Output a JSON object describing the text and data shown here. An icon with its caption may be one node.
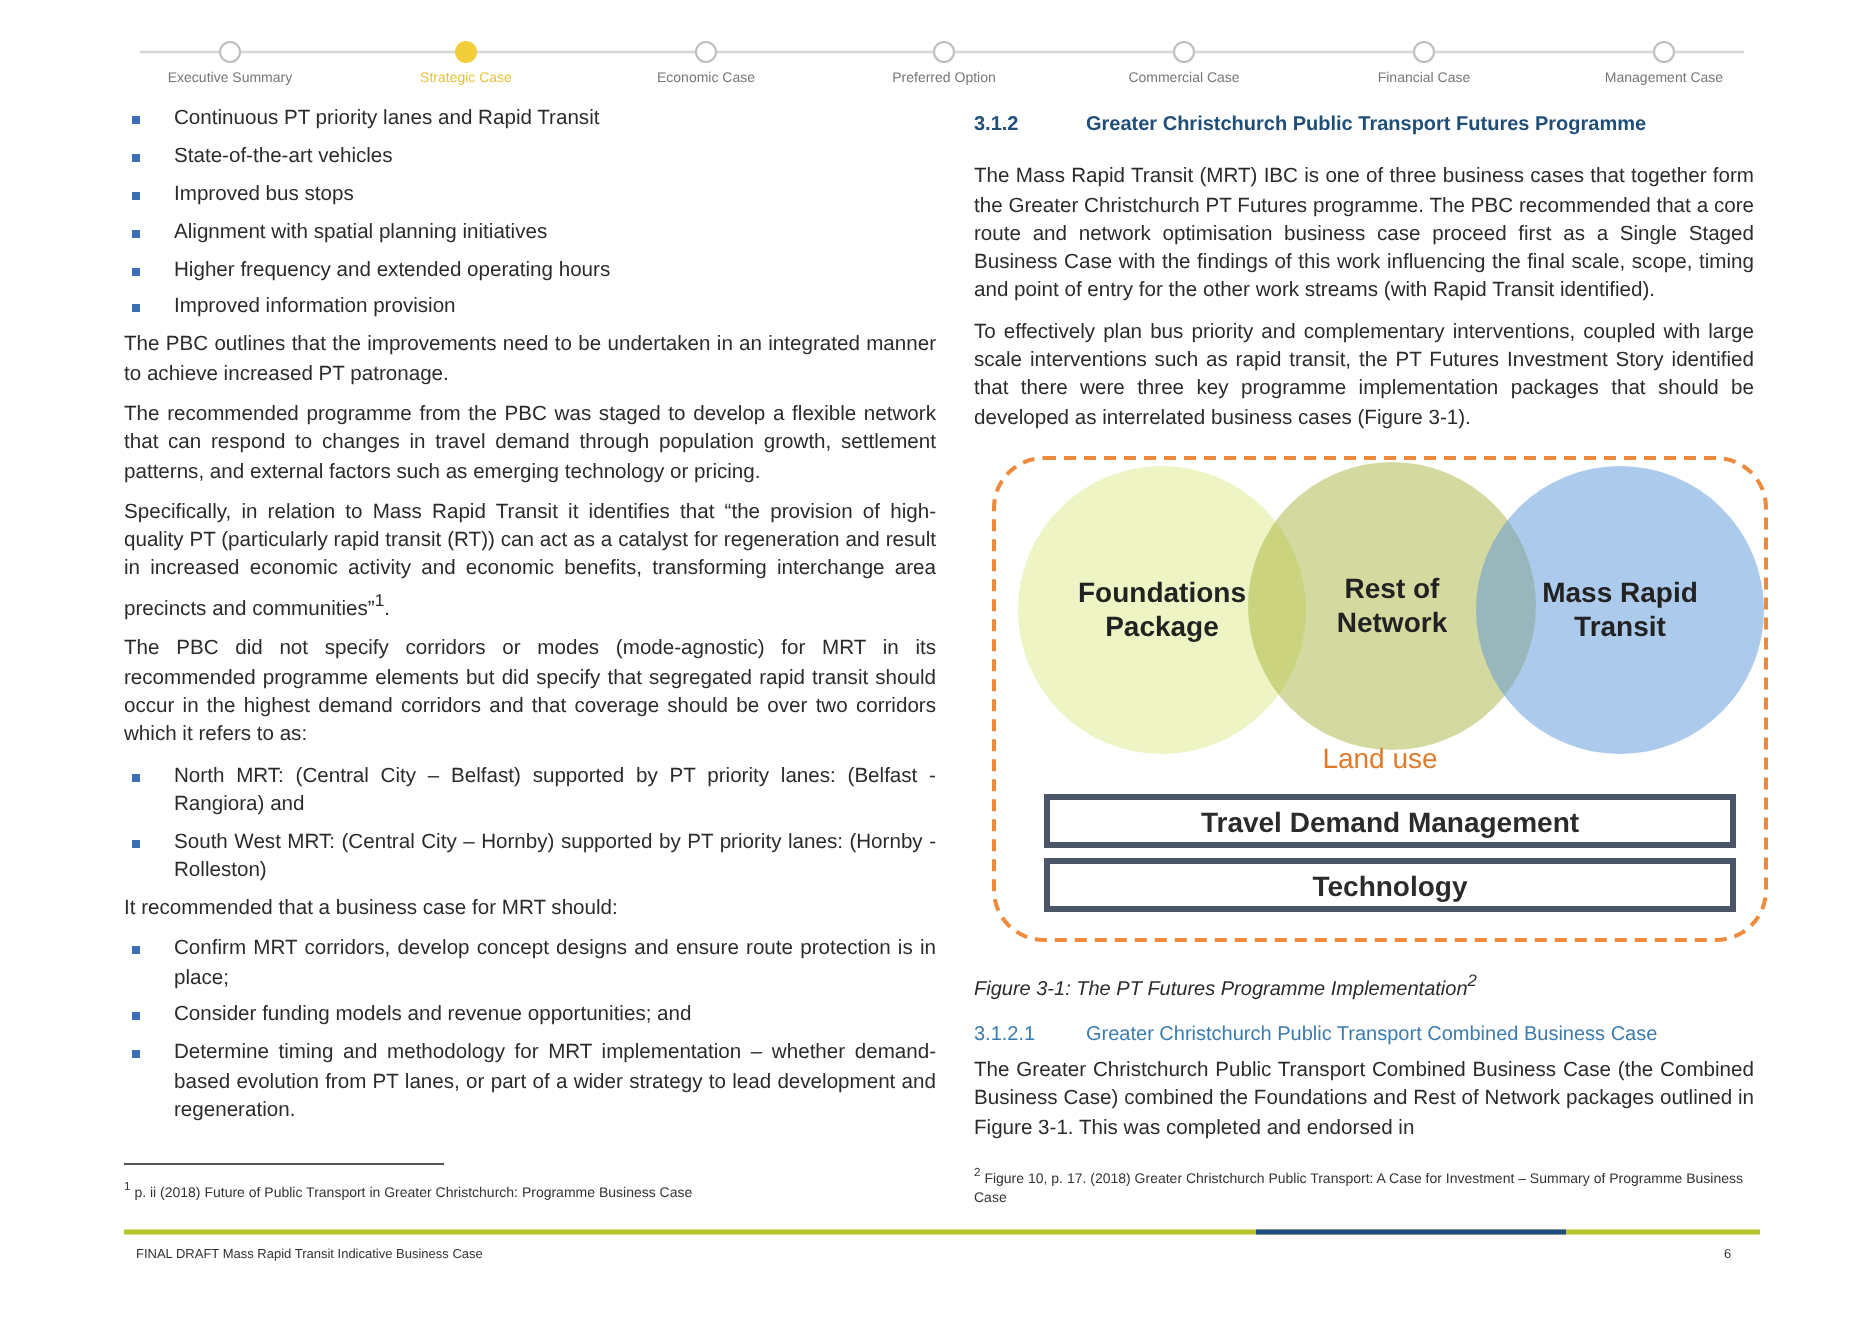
{
  "diagram": {
    "caption": "Figure 3-1: The PT Futures Programme Implementation$^{2}$",
    "nodes": [
      {
        "text": [
          "Land use"
        ]
      },
      {
        "text": [
          "Foundations Package"
        ],
        "in": 0
      },
      {
        "text": [
          "Rest of Network"
        ],
        "in": 0
      },
      {
        "text": [
          "Mass Rapid Transit"
        ],
        "in": 0
      },
      {
        "text": [
          "Travel Demand Management"
        ],
        "in": 0
      },
      {
        "text": [
          "Technology"
        ],
        "in": 0
      }
    ],
    "labels": [
      "Executive Summary",
      "Strategic Case",
      "Economic Case",
      "Preferred Option",
      "Commercial Case",
      "Financial Case",
      "Management Case",
      "Continuous PT priority lanes and Rapid Transit",
      "State-of-the-art vehicles",
      "Improved bus stops",
      "Alignment with spatial planning initiatives",
      "Higher frequency and extended operating hours",
      "Improved information provision",
      "The PBC outlines that the improvements need to be undertaken in an integrated manner to achieve increased PT patronage.",
      "The recommended programme from the PBC was staged to develop a flexible network that can respond to changes in travel demand through population growth, settlement patterns, and external factors such as emerging technology or pricing.",
      "Specifically, in relation to Mass Rapid Transit it identifies that “the provision of high-quality PT (particularly rapid transit (RT)) can act as a catalyst for regeneration and result in increased economic activity and economic benefits, transforming interchange area precincts and communities”$^{1}$.",
      "The PBC did not specify corridors or modes (mode-agnostic) for MRT in its recommended programme elements but did specify that segregated rapid transit should occur in the highest demand corridors and that coverage should be over two corridors which it refers to as:",
      "North MRT: (Central City – Belfast) supported by PT priority lanes: (Belfast - Rangiora) and",
      "South West MRT: (Central City – Hornby) supported by PT priority lanes: (Hornby - Rolleston)",
      "It recommended that a business case for MRT should:",
      "Confirm MRT corridors, develop concept designs and ensure route protection is in place;",
      "Consider funding models and revenue opportunities; and",
      "Determine timing and methodology for MRT implementation – whether demand-based evolution from PT lanes, or part of a wider strategy to lead development and regeneration.",
      "$^{1}$ p. ii (2018) Future of Public Transport in Greater Christchurch: Programme Business Case",
      "3.1.2",
      "Greater Christchurch Public Transport Futures Programme",
      "The Mass Rapid Transit (MRT) IBC is one of three business cases that together form the Greater Christchurch PT Futures programme.  The PBC recommended that a core route and network optimisation business case proceed first as a Single Staged Business Case with the findings of this work influencing the final scale, scope, timing and point of entry for the other work streams (with Rapid Transit identified).",
      "To effectively plan bus priority and complementary interventions, coupled with large scale interventions such as rapid transit, the PT Futures Investment Story identified that there were three key programme implementation packages that should be developed as interrelated business cases (Figure 3-1).",
      "3.1.2.1",
      "Greater Christchurch Public Transport Combined Business Case",
      "The Greater Christchurch Public Transport Combined Business Case (the Combined Business Case) combined the Foundations and Rest of Network packages outlined in Figure 3-1. This was completed and endorsed in",
      "$^{2}$ Figure 10, p. 17. (2018) Greater Christchurch Public Transport: A Case for Investment – Summary of Programme Business Case",
      "FINAL DRAFT Mass Rapid Transit Indicative Business Case",
      "6"
    ]
  }
}
